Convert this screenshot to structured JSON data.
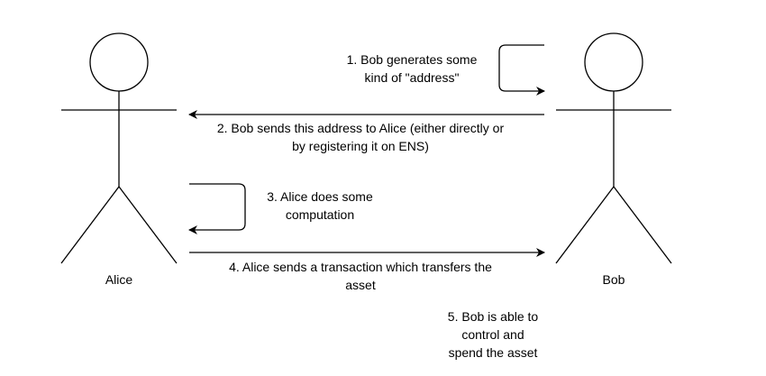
{
  "actors": {
    "alice": {
      "label": "Alice"
    },
    "bob": {
      "label": "Bob"
    }
  },
  "steps": [
    {
      "lines": [
        "1. Bob generates some",
        "kind of \"address\""
      ]
    },
    {
      "lines": [
        "2. Bob sends this address to Alice (either directly or",
        "by registering it on ENS)"
      ]
    },
    {
      "lines": [
        "3. Alice does some",
        "computation"
      ]
    },
    {
      "lines": [
        "4. Alice sends a transaction which transfers the",
        "asset"
      ]
    },
    {
      "lines": [
        "5. Bob is able to",
        "control and",
        "spend the asset"
      ]
    }
  ],
  "colors": {
    "stroke": "#000000",
    "background": "#ffffff"
  }
}
